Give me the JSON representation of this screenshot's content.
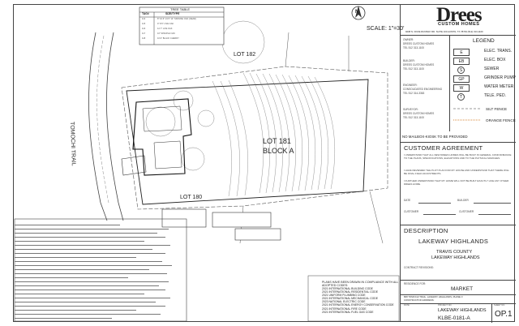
{
  "logo": {
    "brand": "Drees",
    "sub": "CUSTOM HOMES",
    "address_line": "9208 N. DOVE RUNWAY RD. SUITE 100 AUSTIN, TX 78749  (512) 313-1100"
  },
  "scale": {
    "label": "SCALE: 1\"=30'"
  },
  "north": {
    "label": "N"
  },
  "tree_table": {
    "title": "TREE TABLE",
    "headers": [
      "TAG#",
      "SIZE/TYPE"
    ],
    "rows": [
      [
        "113",
        "8\" 16.6\" 13.5\" 14\"  SPANISH OAK (DEAD)"
      ],
      [
        "115",
        "9\"  8.5\"  LIVE OAK"
      ],
      [
        "116",
        "12.7\"  LIVE OAK"
      ],
      [
        "117",
        "10\"  SPANISH OAK"
      ],
      [
        "118",
        "10.9\"  BLACK CHERRY"
      ]
    ]
  },
  "plan": {
    "street": "TOMOCHI TRAIL",
    "lot_182": "LOT 182",
    "lot_181": "LOT 181",
    "block": "BLOCK A",
    "lot_180": "LOT 180",
    "setback_note": "NO MAILBOX-KIOSK TO BE PROVIDED"
  },
  "contacts": {
    "blocks": [
      [
        "OWNER:",
        "DREES CUSTOM HOMES",
        "TEL 512 313-1100"
      ],
      [
        "BUILDER:",
        "DREES CUSTOM HOMES",
        "TEL 512 313-1100"
      ],
      [
        "ENGINEER:",
        "CONSOLIDATED ENGINEERING",
        "TEL 512 314-3363"
      ],
      [
        "SURVEYOR:",
        "DREES CUSTOM HOMES",
        "TEL 512 313-1100"
      ]
    ]
  },
  "legend": {
    "title": "LEGEND",
    "items": [
      {
        "sym": "E",
        "label": "ELEC. TRANS."
      },
      {
        "sym": "EB",
        "label": "ELEC. BOX"
      },
      {
        "sym": "S",
        "label": "SEWER"
      },
      {
        "sym": "GP",
        "label": "GRINDER PUMP"
      },
      {
        "sym": "W",
        "label": "WATER METER"
      },
      {
        "sym": "T",
        "label": "TELE. PED."
      }
    ],
    "silt_fence": "SILT FENCE",
    "orange_fence": "ORANGE FENCE"
  },
  "customer_agreement": {
    "title": "CUSTOMER AGREEMENT",
    "paragraphs": [
      "I UNDERSTAND THAT ALL NEW DREES HOMES WILL BE BUILT IN GENERAL CONFORMANCE TO THE PLANS, SPECIFICATIONS, ELEVATIONS AND TO THE PHYSICAL MARCHES.",
      "I HAVE REVIEWED THE PLOT PLAN FOR MY HOUSE AND UNDERSTAND THAT THERE WILL BE FINAL FIELD ADJUSTMENTS.",
      "I FURTHER UNDERSTAND THAT MY HOME WILL NOT BE BUILT EXACTLY LIKE ANY OTHER DREES HOME."
    ],
    "fields": [
      "DATE",
      "BUILDER",
      "CUSTOMER",
      "CUSTOMER"
    ]
  },
  "description": {
    "title": "DESCRIPTION",
    "subdivision": "LAKEWAY HIGHLANDS",
    "county": "TRAVIS COUNTY",
    "sub2": "LAKEWAY HIGHLANDS",
    "contract_label": "CONTRACT REVISIONS:"
  },
  "residence": {
    "label": "RESIDENCE FOR:",
    "name": "MARKET",
    "address": "808 TOMOCHI TRAIL, LAKEWAY HIGHLANDS, PHASE 3",
    "construction": "CONSTRUCTION ADDRESS:",
    "project_label": "PROJECT NO.",
    "project": "LAKEWAY HIGHLANDS",
    "sheet_label": "SHEET NO.",
    "sheet": "OP.1",
    "plan_no": "KLBE-0181-A",
    "date_label": "DATE:"
  },
  "codes": {
    "intro": "PLANS HAVE BEEN DRAWN IN COMPLIANCE WITH ALL ADOPTED CODES:",
    "lines": [
      "2021 INTERNATIONAL BUILDING CODE",
      "2021 INTERNATIONAL RESIDENTIAL CODE",
      "2021 UNIFORM PLUMBING CODE",
      "2021 INTERNATIONAL MECHANICAL CODE",
      "2023 NATIONAL ELECTRIC CODE",
      "2021 INTERNATIONAL ENERGY CONSERVATION CODE",
      "2021 INTERNATIONAL FIRE CODE",
      "2021 INTERNATIONAL FUEL GAS CODE"
    ]
  }
}
